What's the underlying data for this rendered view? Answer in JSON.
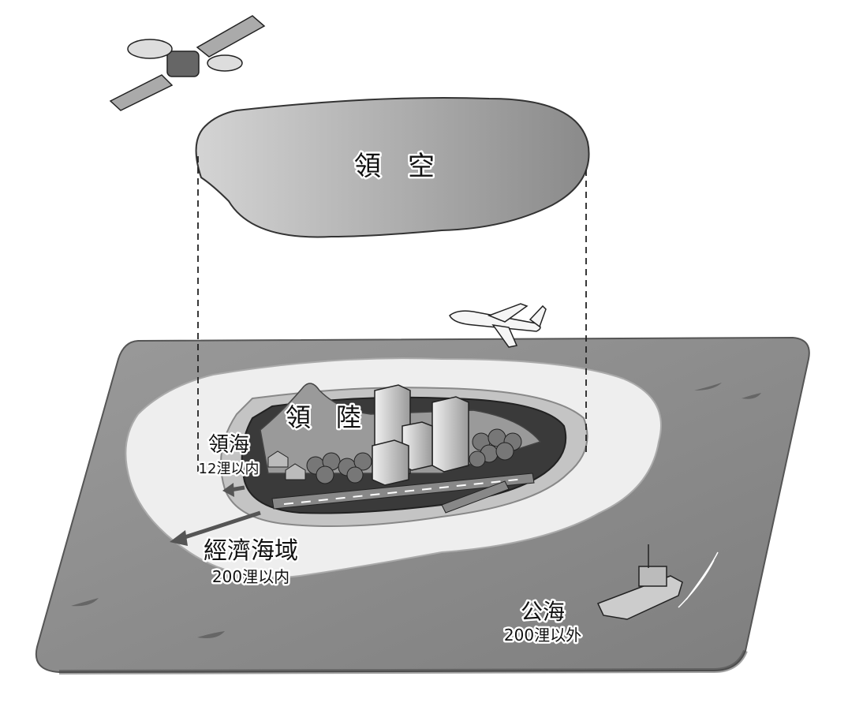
{
  "labels": {
    "airspace": "領　空",
    "land": "領　陸",
    "territorial_sea": "領海",
    "territorial_sea_range": "12浬以内",
    "eez": "經濟海域",
    "eez_range": "200浬以内",
    "high_seas": "公海",
    "high_seas_range": "200浬以外"
  },
  "colors": {
    "sea": "#8e8e8e",
    "eez_zone": "#eeeeee",
    "territorial_zone": "#c4c4c4",
    "land": "#3a3a3a",
    "arrow": "#555555"
  }
}
